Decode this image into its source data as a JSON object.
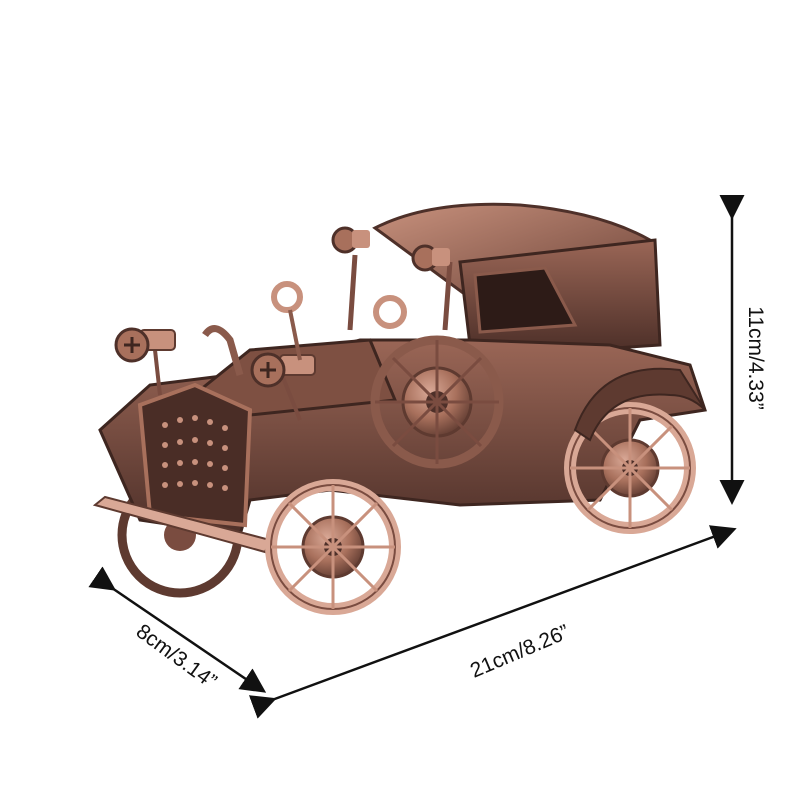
{
  "dimensions": {
    "height": "11cm/4.33”",
    "length": "21cm/8.26”",
    "depth": "8cm/3.14”"
  },
  "colors": {
    "background": "#ffffff",
    "copper_light": "#d9a896",
    "copper_mid": "#a8705c",
    "copper_dark": "#5e3a30",
    "arrow": "#111111"
  }
}
